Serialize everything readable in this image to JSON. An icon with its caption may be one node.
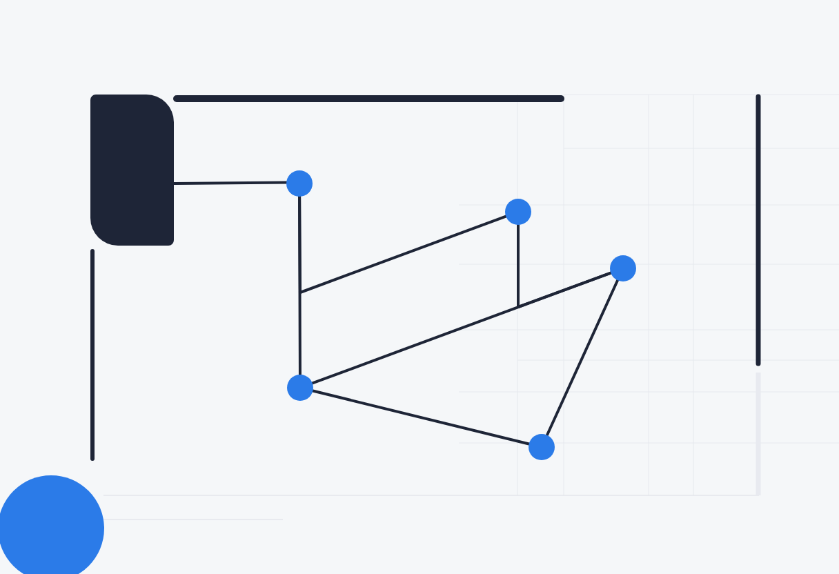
{
  "diagram": {
    "nodes": [
      {
        "text": [],
        "shape": "box"
      },
      {
        "text": [],
        "shape": "circle"
      },
      {
        "text": [],
        "shape": "circle"
      },
      {
        "text": [],
        "shape": "circle"
      },
      {
        "text": [],
        "shape": "circle"
      },
      {
        "text": [],
        "shape": "circle"
      }
    ],
    "edges": [
      {
        "from": 0,
        "to": 1,
        "arrow": "none"
      },
      {
        "from": 1,
        "to": 4,
        "arrow": "none"
      },
      {
        "from": 1,
        "to": 2,
        "arrow": "none"
      },
      {
        "from": 2,
        "to": 3,
        "arrow": "none"
      },
      {
        "from": 4,
        "to": 3,
        "arrow": "none"
      },
      {
        "from": 3,
        "to": 5,
        "arrow": "none"
      },
      {
        "from": 4,
        "to": 5,
        "arrow": "none"
      }
    ]
  }
}
